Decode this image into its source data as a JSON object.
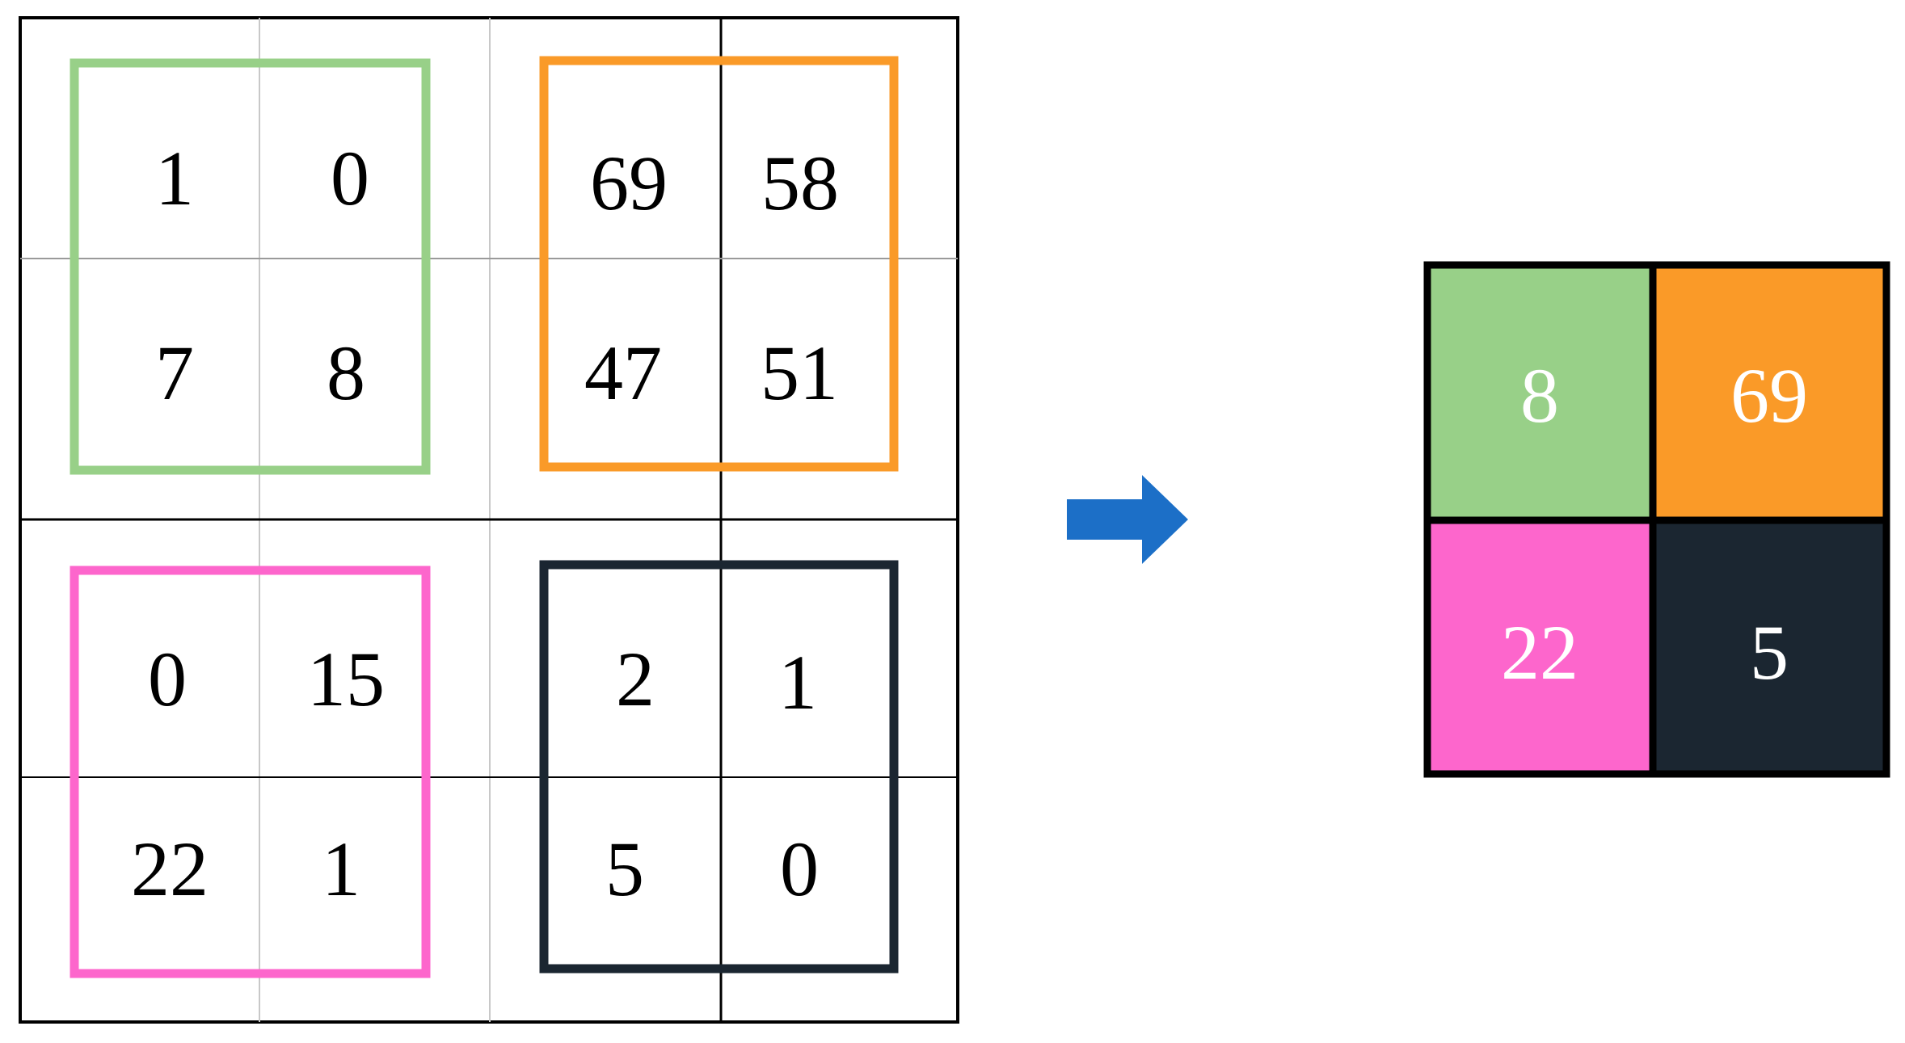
{
  "input_matrix": {
    "rows": [
      [
        "1",
        "0",
        "69",
        "58"
      ],
      [
        "7",
        "8",
        "47",
        "51"
      ],
      [
        "0",
        "15",
        "2",
        "1"
      ],
      [
        "22",
        "1",
        "5",
        "0"
      ]
    ]
  },
  "pool_regions": [
    {
      "color": "#98d088"
    },
    {
      "color": "#fa9a28"
    },
    {
      "color": "#fd66cc"
    },
    {
      "color": "#1b2631"
    }
  ],
  "output_matrix": {
    "rows": [
      [
        "8",
        "69"
      ],
      [
        "22",
        "5"
      ]
    ],
    "fill_colors": [
      [
        "#98d088",
        "#fa9a28"
      ],
      [
        "#fd66cc",
        "#1b2631"
      ]
    ],
    "text_color": "#ffffff"
  },
  "arrow": {
    "color": "#1c6fc7",
    "icon": "arrow-right-icon"
  },
  "colors": {
    "grid_line": "#000000",
    "grid_line_light": "#c8c8c8",
    "output_border": "#000000"
  }
}
